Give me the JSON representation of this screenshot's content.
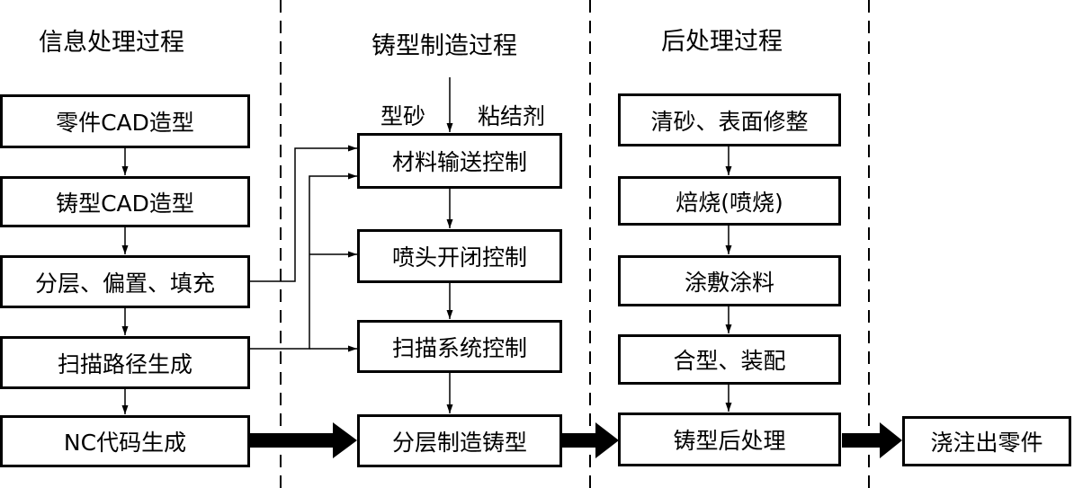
{
  "headers": {
    "info": "信息处理过程",
    "mold": "铸型制造过程",
    "post": "后处理过程"
  },
  "inputs": {
    "sand": "型砂",
    "binder": "粘结剂"
  },
  "info_steps": [
    "零件CAD造型",
    "铸型CAD造型",
    "分层、偏置、填充",
    "扫描路径生成",
    "NC代码生成"
  ],
  "mold_steps": [
    "材料输送控制",
    "喷头开闭控制",
    "扫描系统控制",
    "分层制造铸型"
  ],
  "post_steps": [
    "清砂、表面修整",
    "焙烧(喷烧)",
    "涂敷涂料",
    "合型、装配",
    "铸型后处理"
  ],
  "final_step": "浇注出零件"
}
